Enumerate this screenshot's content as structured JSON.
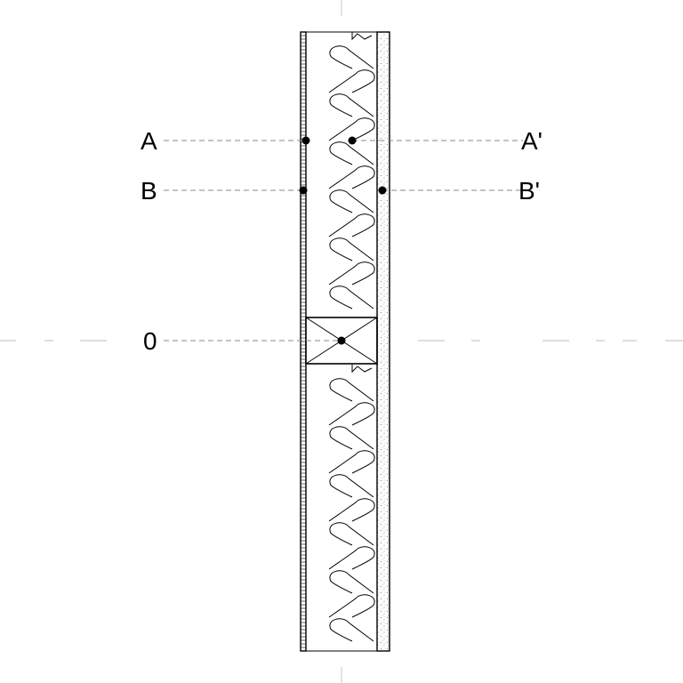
{
  "section_labels": {
    "a": "A",
    "a_prime": "A'",
    "b": "B",
    "b_prime": "B'",
    "origin": "0"
  },
  "colors": {
    "stroke": "#000000",
    "dash": "#8a8a8a",
    "centerline": "#bdbdbd",
    "background": "#ffffff"
  },
  "elements": {
    "siding": "ribbed-cladding",
    "insulation": "batt-insulation-loops",
    "stud": "wood-stud-cross",
    "sheathing": "stippled-board"
  }
}
